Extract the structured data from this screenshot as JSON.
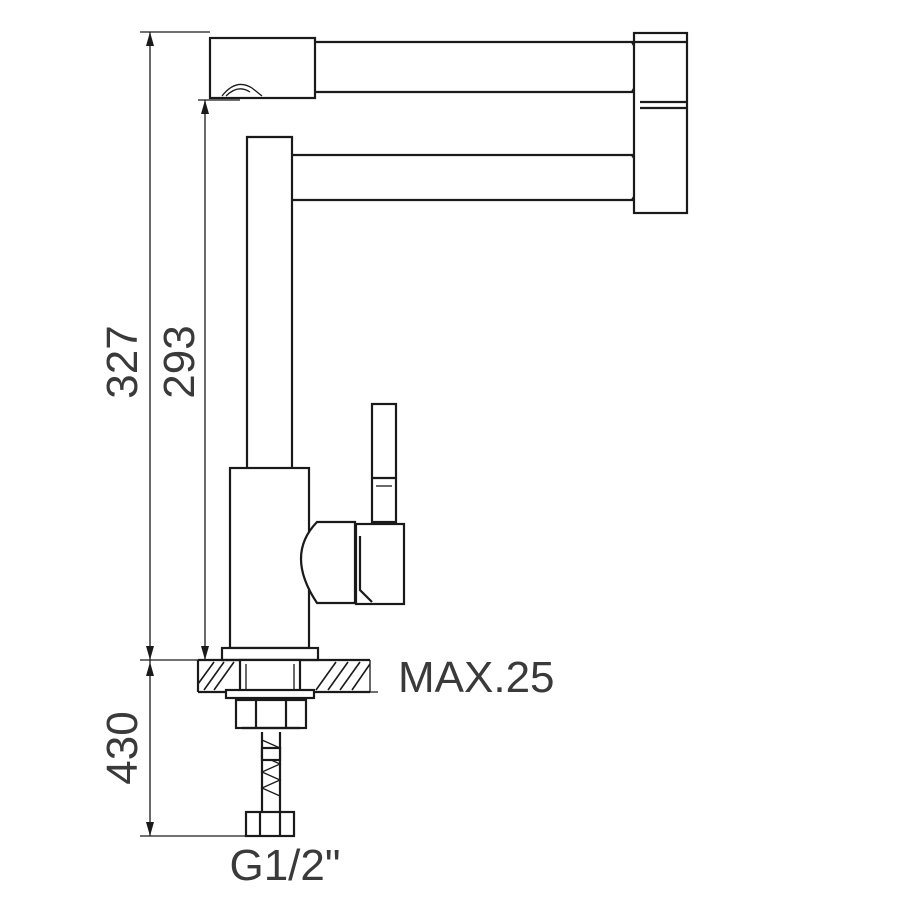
{
  "dimensions": {
    "total_height": "327",
    "spout_height": "293",
    "max_thickness": "MAX.25",
    "hose_length": "430",
    "thread": "G1/2\""
  },
  "colors": {
    "line": "#1a1a1a",
    "text": "#3a3a3a",
    "background": "#ffffff"
  }
}
